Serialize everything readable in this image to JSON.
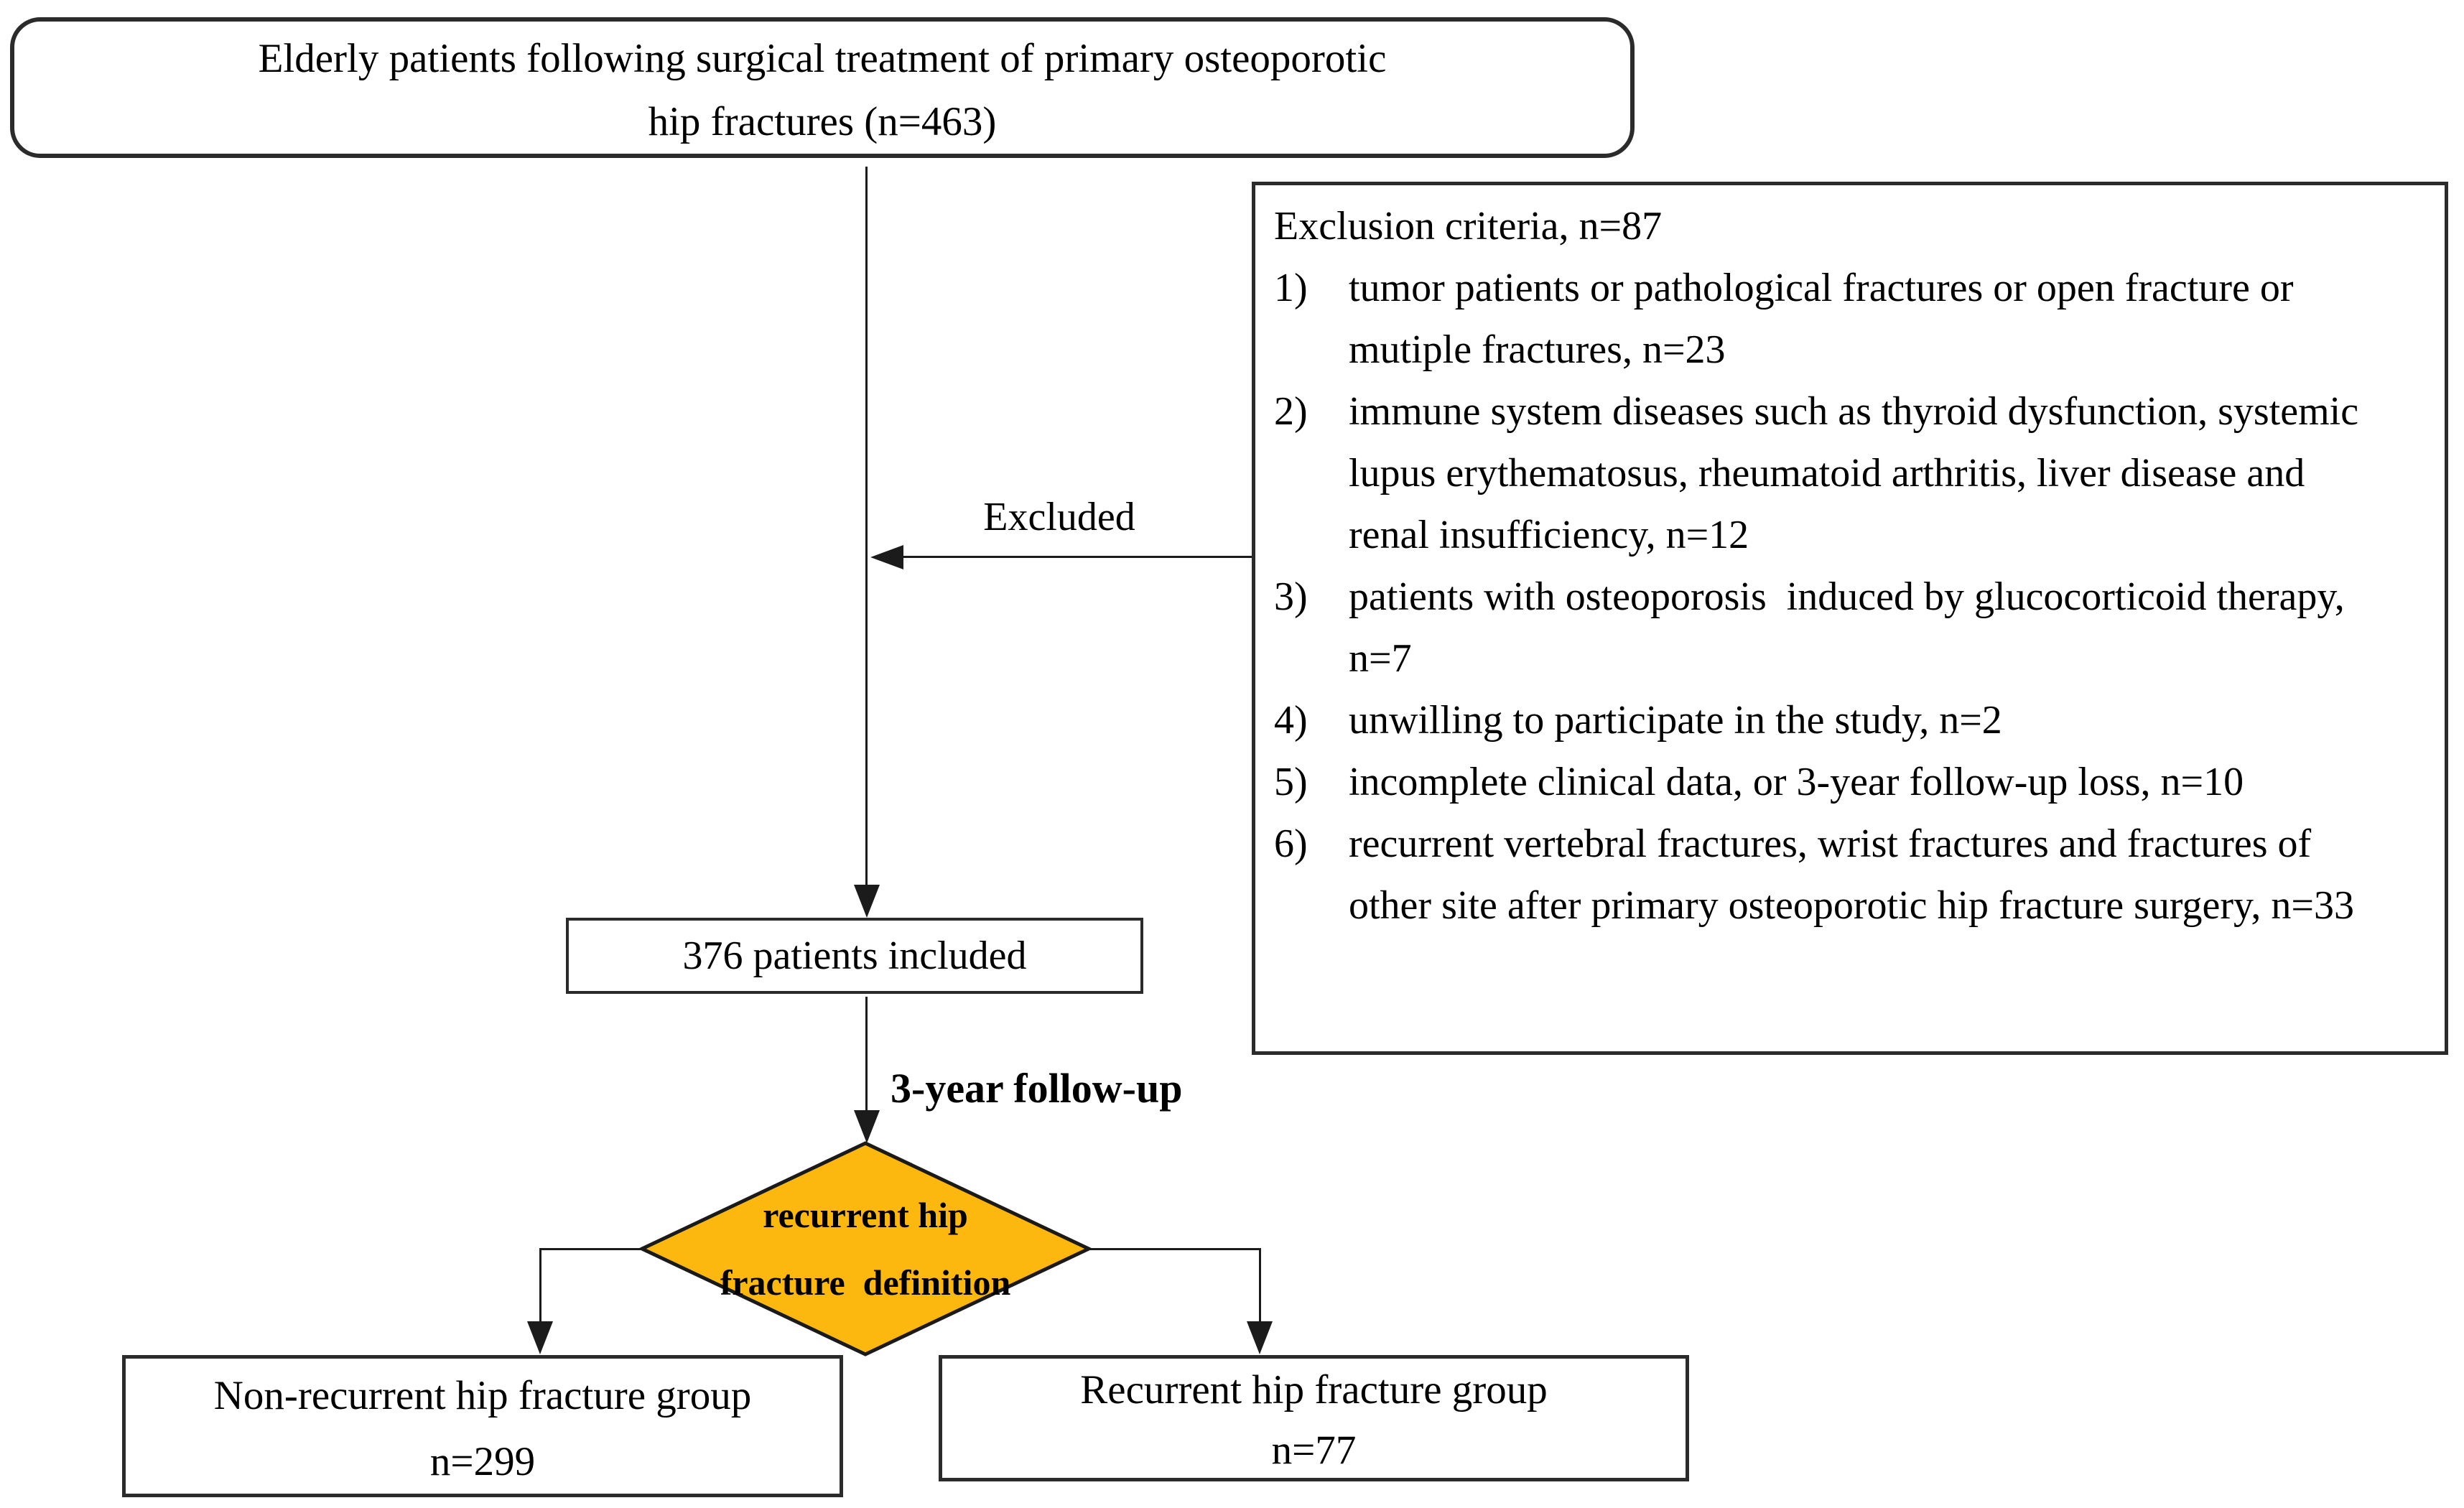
{
  "title_box": {
    "lines": [
      "Elderly patients following surgical treatment of primary osteoporotic",
      "hip fractures (n=463)"
    ]
  },
  "excluded_label": "Excluded",
  "exclusion_box": {
    "header": "Exclusion criteria, n=87",
    "items": [
      {
        "num": "1)",
        "text": "tumor patients or pathological fractures or open fracture or mutiple fractures, n=23"
      },
      {
        "num": "2)",
        "text": "immune system diseases such as thyroid dysfunction, systemic lupus erythematosus, rheumatoid arthritis, liver disease and renal insufficiency, n=12"
      },
      {
        "num": "3)",
        "text": "patients with osteoporosis  induced by glucocorticoid therapy, n=7"
      },
      {
        "num": "4)",
        "text": "unwilling to participate in the study, n=2"
      },
      {
        "num": "5)",
        "text": "incomplete clinical data, or 3-year follow-up loss, n=10"
      },
      {
        "num": "6)",
        "text": "recurrent vertebral fractures, wrist fractures and fractures of other site after primary osteoporotic hip fracture surgery, n=33"
      }
    ]
  },
  "included_box": {
    "label": "376 patients included"
  },
  "followup_label": "3-year follow-up",
  "decision_diamond": {
    "lines": [
      "recurrent hip",
      "fracture  definition"
    ],
    "fill_color": "#FCB80E"
  },
  "outcome_boxes": {
    "nonrecurrent": {
      "lines": [
        "Non-recurrent hip fracture group",
        "n=299"
      ]
    },
    "recurrent": {
      "lines": [
        "Recurrent hip fracture group",
        "n=77"
      ]
    }
  }
}
